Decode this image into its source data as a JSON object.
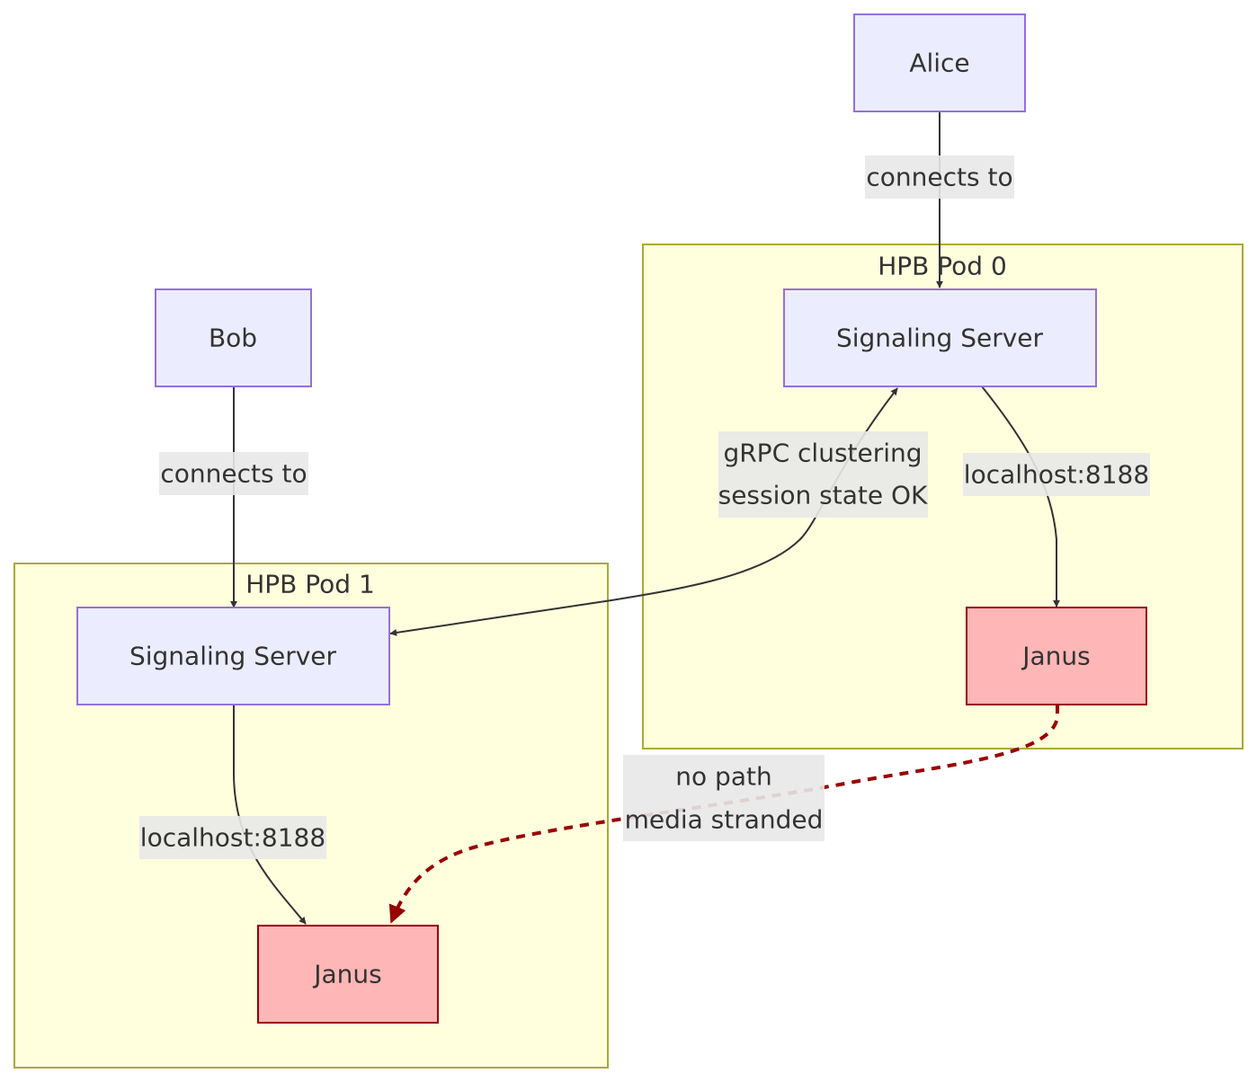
{
  "diagram": {
    "type": "flowchart",
    "clusters": [
      {
        "id": "pod0",
        "label": "HPB Pod 0"
      },
      {
        "id": "pod1",
        "label": "HPB Pod 1"
      }
    ],
    "nodes": [
      {
        "id": "alice",
        "label": "Alice",
        "style": "default"
      },
      {
        "id": "bob",
        "label": "Bob",
        "style": "default"
      },
      {
        "id": "sig0",
        "label": "Signaling Server",
        "cluster": "pod0",
        "style": "default"
      },
      {
        "id": "janus0",
        "label": "Janus",
        "cluster": "pod0",
        "style": "danger"
      },
      {
        "id": "sig1",
        "label": "Signaling Server",
        "cluster": "pod1",
        "style": "default"
      },
      {
        "id": "janus1",
        "label": "Janus",
        "cluster": "pod1",
        "style": "danger"
      }
    ],
    "edges": [
      {
        "from": "alice",
        "to": "sig0",
        "label": "connects to",
        "style": "solid"
      },
      {
        "from": "bob",
        "to": "sig1",
        "label": "connects to",
        "style": "solid"
      },
      {
        "from": "sig0",
        "to": "sig1",
        "label_lines": [
          "gRPC clustering",
          "session state OK"
        ],
        "style": "solid",
        "bidirectional": true
      },
      {
        "from": "sig0",
        "to": "janus0",
        "label": "localhost:8188",
        "style": "solid"
      },
      {
        "from": "sig1",
        "to": "janus1",
        "label": "localhost:8188",
        "style": "solid"
      },
      {
        "from": "janus0",
        "to": "janus1",
        "label_lines": [
          "no path",
          "media stranded"
        ],
        "style": "dashed-red"
      }
    ],
    "colors": {
      "node_fill": "#ececff",
      "node_stroke": "#9370db",
      "danger_fill": "#ffb6b6",
      "danger_stroke": "#990000",
      "cluster_fill": "#ffffde",
      "cluster_stroke": "#aaaa33",
      "edge": "#333333",
      "broken_edge": "#990000",
      "edge_label_bg": "#e8e8e8"
    }
  }
}
